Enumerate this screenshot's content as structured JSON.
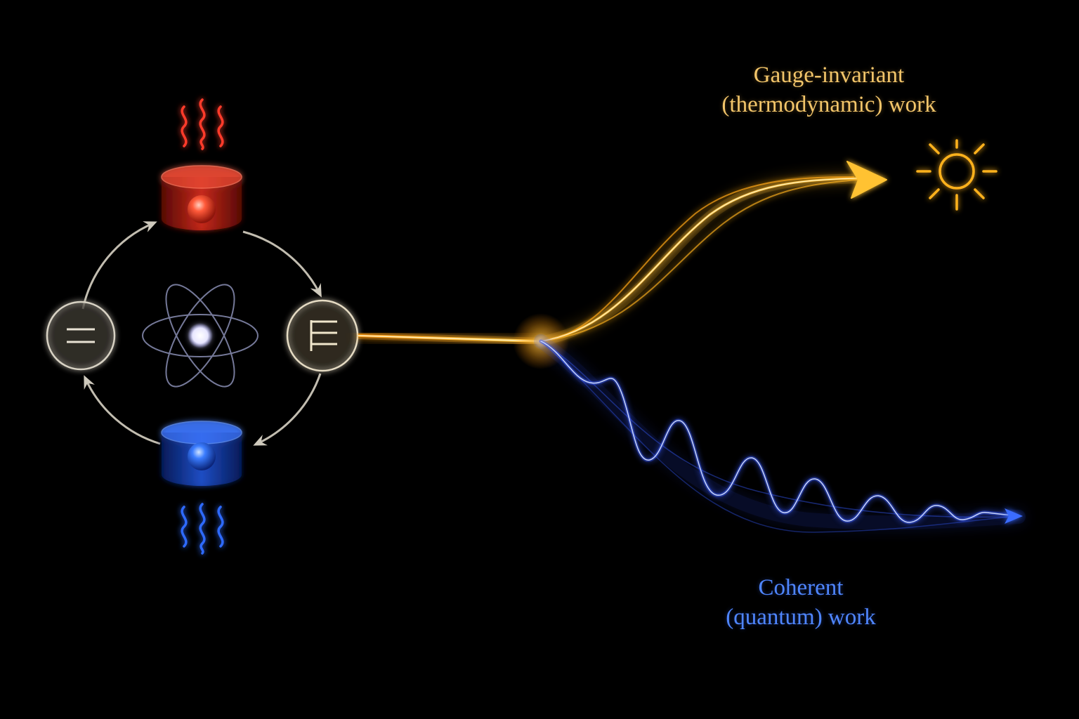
{
  "labels": {
    "thermodynamic_line1": "Gauge-invariant",
    "thermodynamic_line2": "(thermodynamic) work",
    "coherent_line1": "Coherent",
    "coherent_line2": "(quantum) work"
  },
  "colors": {
    "background": "#000000",
    "hot": "#ff3b2a",
    "cold": "#2f6bff",
    "thermodynamic": "#ffb21e",
    "coherent": "#3a5cff",
    "cycle": "#d8d2c4",
    "atom": "#8a8fb4"
  },
  "icons": [
    "heat-wave-icon",
    "hot-reservoir-icon",
    "cold-reservoir-icon",
    "atom-icon",
    "equal-levels-icon",
    "split-levels-icon",
    "sun-icon",
    "arrow-icon"
  ]
}
